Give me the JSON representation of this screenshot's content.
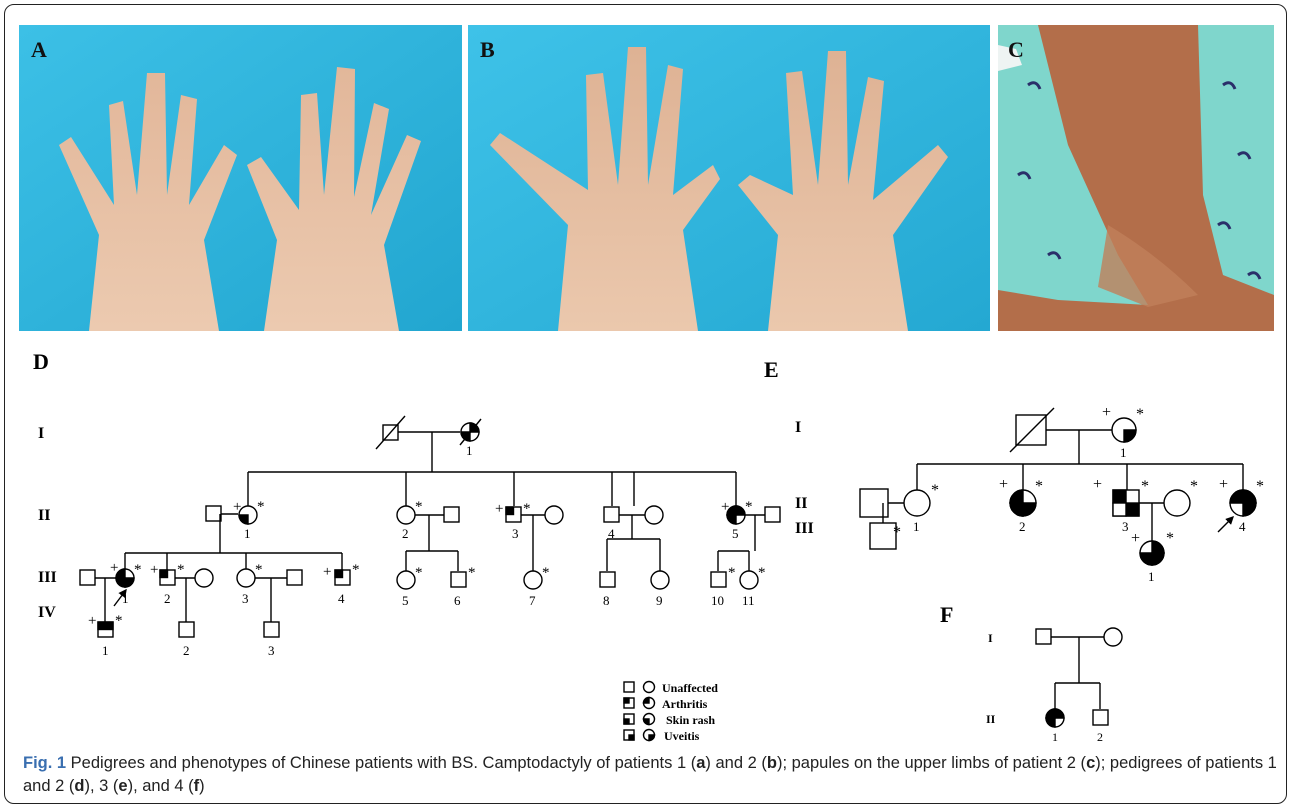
{
  "panels": {
    "a": "A",
    "b": "B",
    "c": "C",
    "d": "D",
    "e": "E",
    "f": "F"
  },
  "pedigree_d": {
    "generations": [
      "I",
      "II",
      "III",
      "IV"
    ],
    "gen1_numbers": [
      "1"
    ],
    "gen2_numbers": [
      "1",
      "2",
      "3",
      "4",
      "5"
    ],
    "gen3_numbers": [
      "1",
      "2",
      "3",
      "4",
      "5",
      "6",
      "7",
      "8",
      "9",
      "10",
      "11"
    ],
    "gen4_numbers": [
      "1",
      "2",
      "3"
    ]
  },
  "pedigree_e": {
    "generations": [
      "I",
      "II",
      "III"
    ],
    "gen1_numbers": [
      "1"
    ],
    "gen2_numbers": [
      "1",
      "2",
      "3",
      "4"
    ],
    "gen3_numbers": [
      "1"
    ]
  },
  "pedigree_f": {
    "generations": [
      "I",
      "II"
    ],
    "gen2_numbers": [
      "1",
      "2"
    ]
  },
  "marks": {
    "plus": "+",
    "star": "*"
  },
  "legend": {
    "unaffected": "Unaffected",
    "arthritis": "Arthritis",
    "skin_rash": "Skin rash",
    "uveitis": "Uveitis"
  },
  "caption": {
    "label": "Fig. 1",
    "t1": " Pedigrees and phenotypes of Chinese patients with BS. Camptodactyly of patients 1 (",
    "ka": "a",
    "t2": ") and 2 (",
    "kb": "b",
    "t3": "); papules on the upper limbs of patient 2 (",
    "kc": "c",
    "t4": "); pedigrees of patients 1 and 2 (",
    "kd": "d",
    "t5": "), 3 (",
    "ke": "e",
    "t6": "), and 4 (",
    "kf": "f",
    "t7": ")"
  },
  "colors": {
    "photo_background": "#2eb6de",
    "skin": "#e8c2a4",
    "border": "#222222"
  }
}
